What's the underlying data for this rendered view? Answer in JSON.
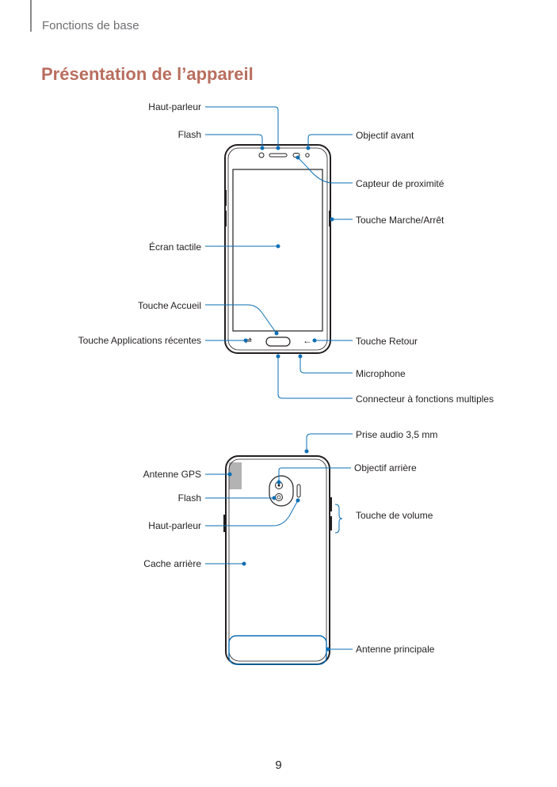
{
  "header": {
    "section": "Fonctions de base",
    "title": "Présentation de l’appareil"
  },
  "front": {
    "labels": {
      "speaker": "Haut-parleur",
      "flash": "Flash",
      "front_camera": "Objectif avant",
      "proximity_sensor": "Capteur de proximité",
      "power_key": "Touche Marche/Arrêt",
      "touchscreen": "Écran tactile",
      "home_key": "Touche Accueil",
      "recent_apps_key": "Touche Applications récentes",
      "back_key": "Touche Retour",
      "microphone": "Microphone",
      "multipurpose_jack": "Connecteur à fonctions multiples"
    }
  },
  "back": {
    "labels": {
      "earphone_jack": "Prise audio 3,5 mm",
      "gps_antenna": "Antenne GPS",
      "rear_camera": "Objectif arrière",
      "flash": "Flash",
      "volume_key": "Touche de volume",
      "speaker": "Haut-parleur",
      "back_cover": "Cache arrière",
      "main_antenna": "Antenne principale"
    }
  },
  "footer": {
    "page_number": "9"
  },
  "colors": {
    "heading": "#b86e5e",
    "callout": "#0a6eb5",
    "device_outline": "#231f20",
    "antenna_fill": "#b3b3b3"
  }
}
